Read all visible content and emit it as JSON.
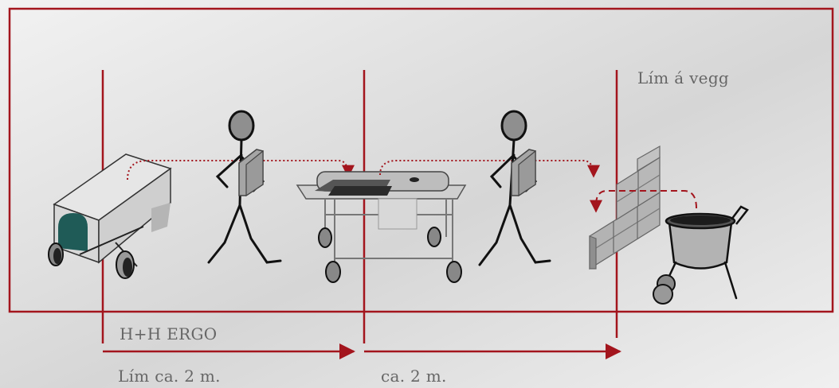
{
  "labels": {
    "wall_glue": "Lím á vegg",
    "ergo": "H+H ERGO",
    "distance_1": "Lím ca. 2 m.",
    "distance_2": "ca. 2 m."
  },
  "colors": {
    "accent": "#a3151d",
    "background_light": "#f4f4f4",
    "background_dark": "#cdcdcd",
    "block_gray": "#a9a9a9",
    "wheel_teal": "#1f5b57",
    "outline": "#111111"
  },
  "icons": [
    "cart-icon",
    "worker-icon",
    "glue-table-icon",
    "block-wall-icon",
    "mixing-bucket-icon"
  ]
}
